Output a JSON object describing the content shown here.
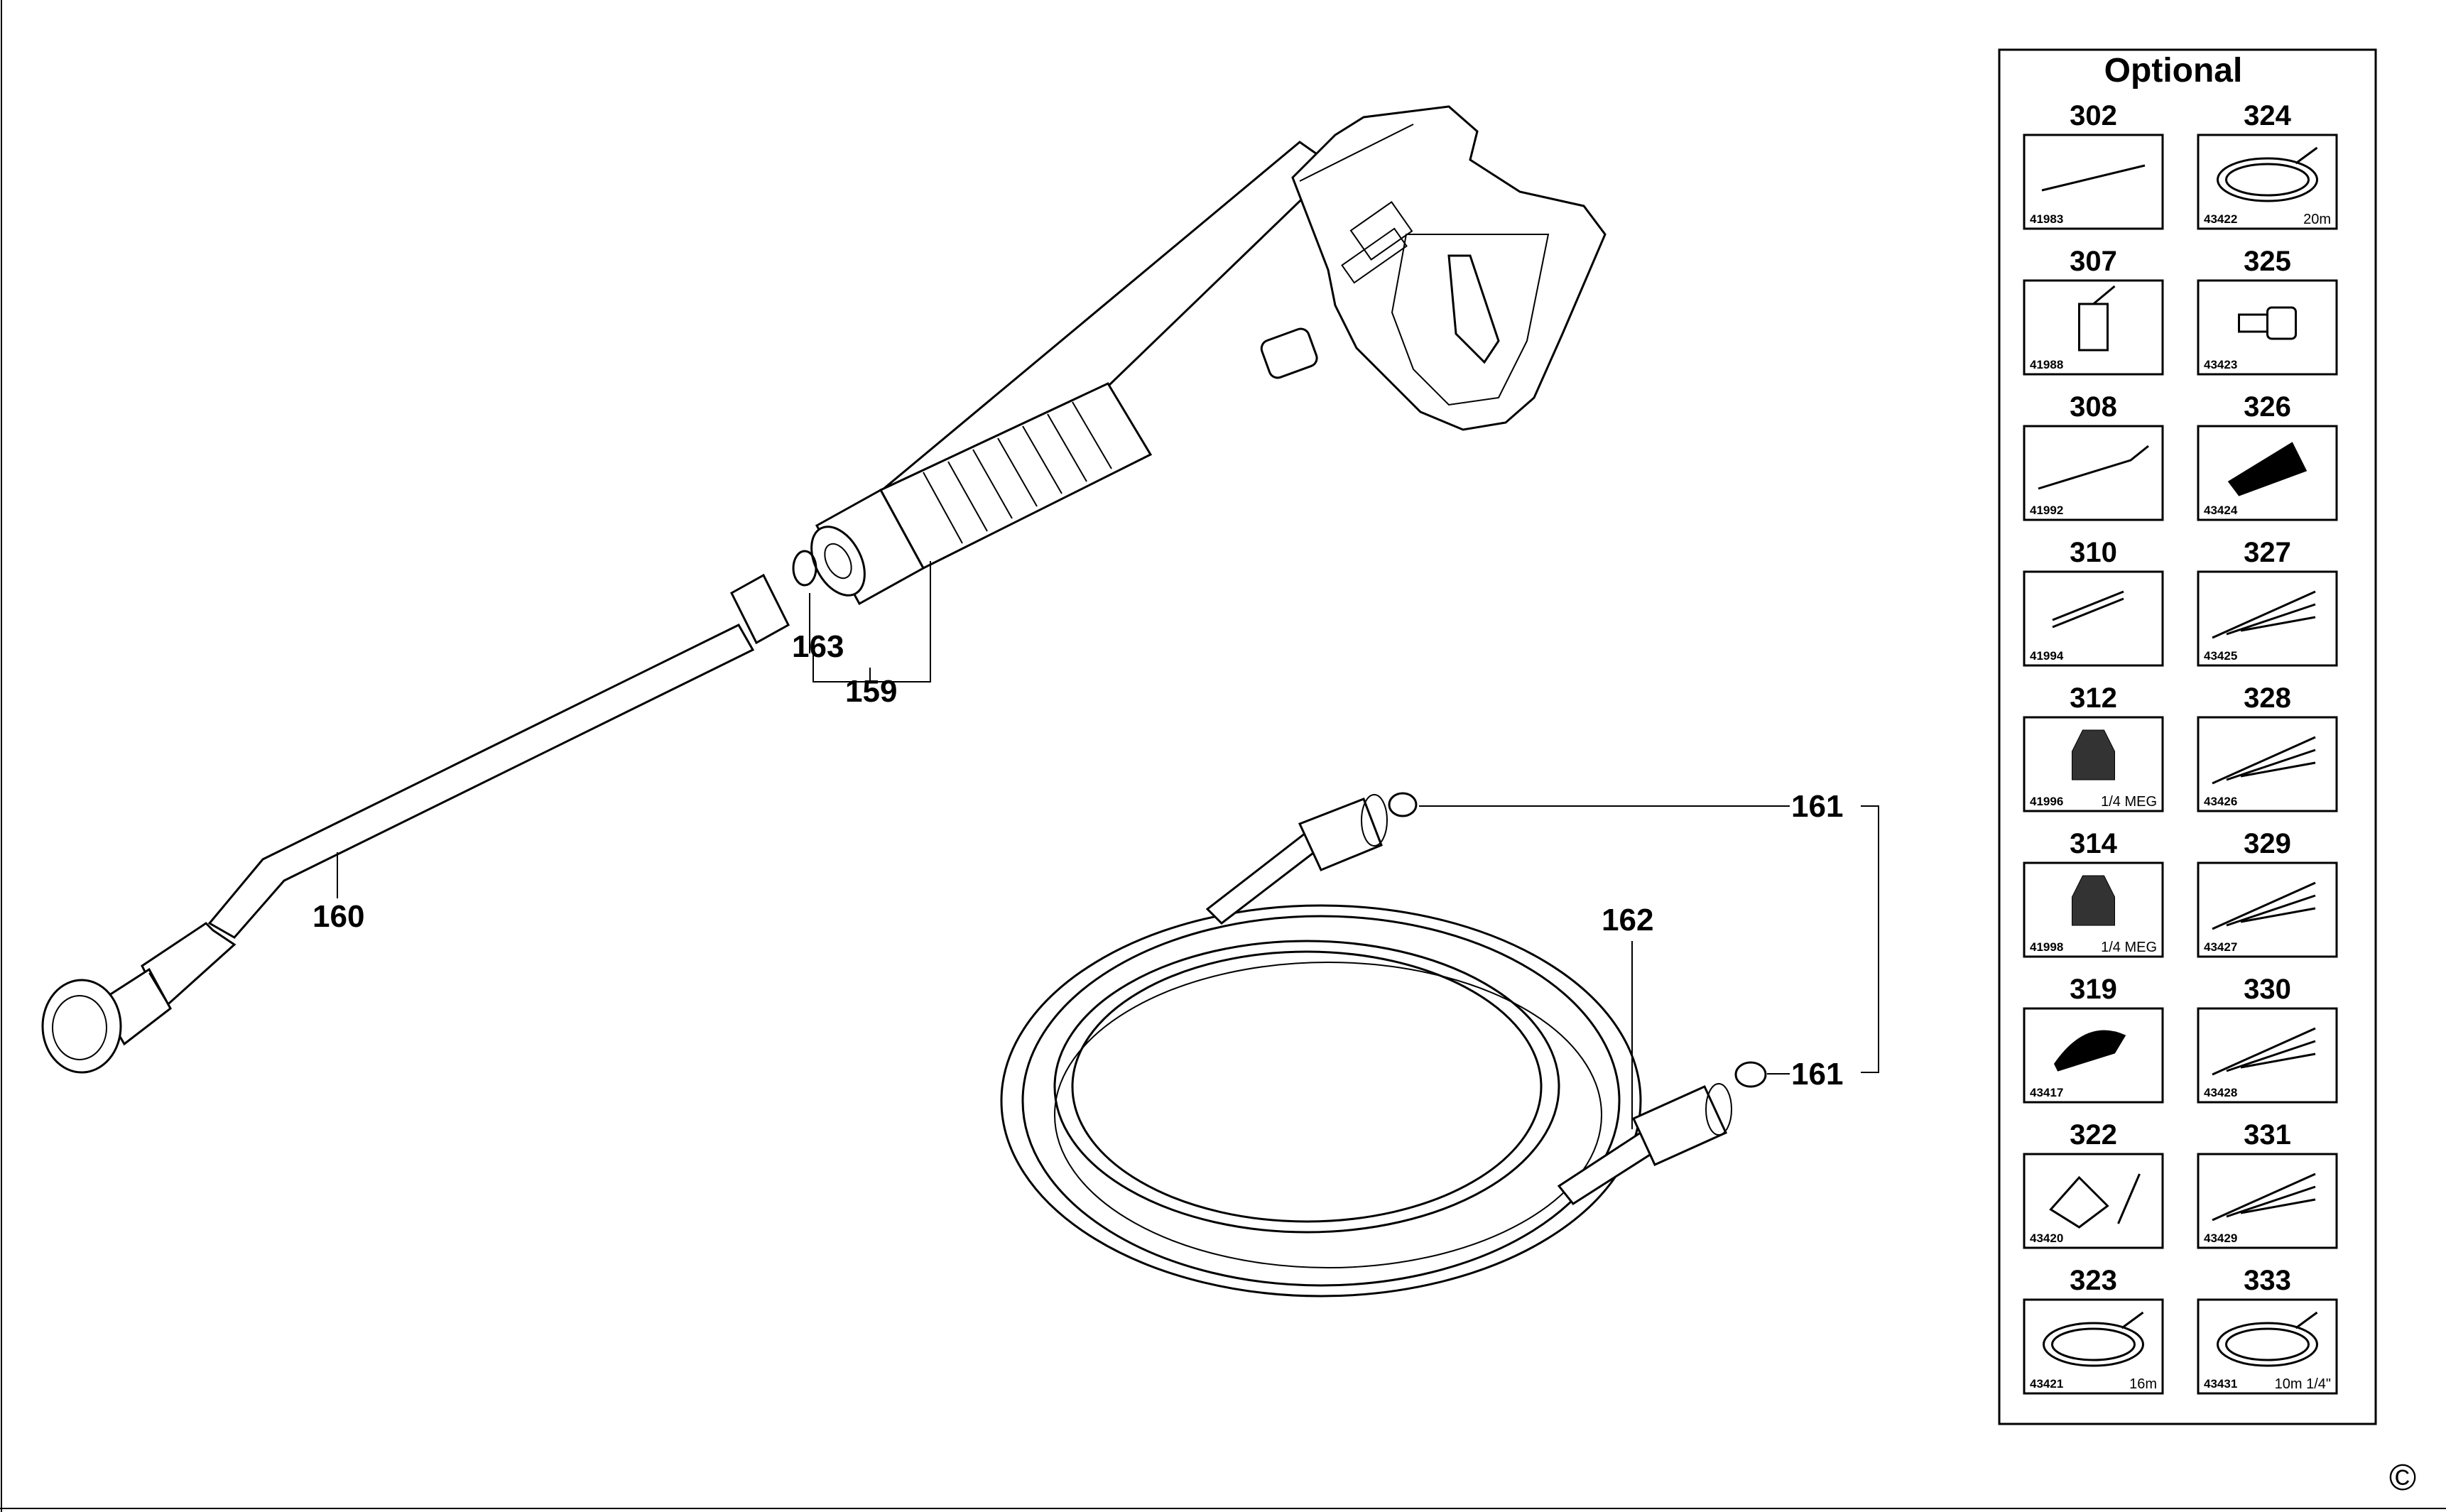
{
  "callouts": {
    "c159": "159",
    "c160": "160",
    "c161a": "161",
    "c161b": "161",
    "c162": "162",
    "c163": "163"
  },
  "optional": {
    "title": "Optional",
    "items": [
      {
        "num": "302",
        "code": "41983",
        "note": "",
        "icon": "lance-icon"
      },
      {
        "num": "324",
        "code": "43422",
        "note": "20m",
        "icon": "hose-coil-icon"
      },
      {
        "num": "307",
        "code": "41988",
        "note": "",
        "icon": "detergent-bottle-icon"
      },
      {
        "num": "325",
        "code": "43423",
        "note": "",
        "icon": "adapter-icon"
      },
      {
        "num": "308",
        "code": "41992",
        "note": "",
        "icon": "angled-lance-icon"
      },
      {
        "num": "326",
        "code": "43424",
        "note": "",
        "icon": "rotary-nozzle-icon"
      },
      {
        "num": "310",
        "code": "41994",
        "note": "",
        "icon": "cleaning-needle-icon"
      },
      {
        "num": "327",
        "code": "43425",
        "note": "",
        "icon": "lance-set-icon"
      },
      {
        "num": "312",
        "code": "41996",
        "note": "1/4 MEG",
        "icon": "nozzle-icon"
      },
      {
        "num": "328",
        "code": "43426",
        "note": "",
        "icon": "lance-set-icon"
      },
      {
        "num": "314",
        "code": "41998",
        "note": "1/4 MEG",
        "icon": "nozzle-icon"
      },
      {
        "num": "329",
        "code": "43427",
        "note": "",
        "icon": "lance-set-icon"
      },
      {
        "num": "319",
        "code": "43417",
        "note": "",
        "icon": "brush-icon"
      },
      {
        "num": "330",
        "code": "43428",
        "note": "",
        "icon": "lance-set-icon"
      },
      {
        "num": "322",
        "code": "43420",
        "note": "",
        "icon": "sandblast-kit-icon"
      },
      {
        "num": "331",
        "code": "43429",
        "note": "",
        "icon": "lance-set-icon"
      },
      {
        "num": "323",
        "code": "43421",
        "note": "16m",
        "icon": "hose-coil-icon"
      },
      {
        "num": "333",
        "code": "43431",
        "note": "10m 1/4\"",
        "icon": "hose-coil-icon"
      }
    ]
  },
  "copyright": "©"
}
